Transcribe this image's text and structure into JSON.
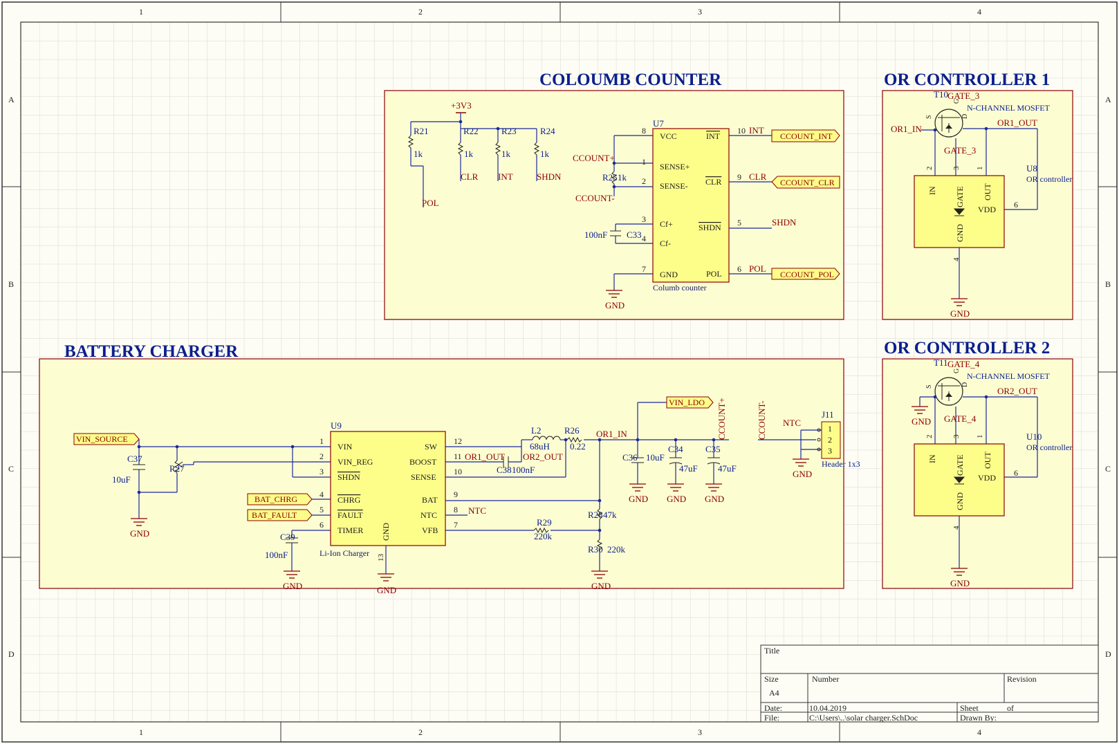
{
  "frame": {
    "columns": [
      "1",
      "2",
      "3",
      "4"
    ],
    "rows": [
      "A",
      "B",
      "C",
      "D"
    ]
  },
  "sections": {
    "coulomb": "COLOUMB COUNTER",
    "or1": "OR CONTROLLER 1",
    "or2": "OR CONTROLLER 2",
    "charger": "BATTERY CHARGER"
  },
  "coulomb_counter": {
    "supply": "+3V3",
    "resistors": [
      {
        "ref": "R21",
        "value": "1k",
        "net": "POL"
      },
      {
        "ref": "R22",
        "value": "1k",
        "net": "CLR"
      },
      {
        "ref": "R23",
        "value": "1k",
        "net": "INT"
      },
      {
        "ref": "R24",
        "value": "1k",
        "net": "SHDN"
      }
    ],
    "sense_resistor": {
      "ref": "R25",
      "value": "1k"
    },
    "cap": {
      "ref": "C33",
      "value": "100nF"
    },
    "ccount_plus": "CCOUNT+",
    "ccount_minus": "CCOUNT-",
    "ic": {
      "ref": "U7",
      "name": "Columb counter",
      "left_pins": [
        {
          "num": "8",
          "name": "VCC"
        },
        {
          "num": "1",
          "name": "SENSE+"
        },
        {
          "num": "2",
          "name": "SENSE-"
        },
        {
          "num": "3",
          "name": "Cf+"
        },
        {
          "num": "4",
          "name": "Cf-"
        },
        {
          "num": "7",
          "name": "GND"
        }
      ],
      "right_pins": [
        {
          "num": "10",
          "name": "INT",
          "net": "INT",
          "port": "CCOUNT_INT"
        },
        {
          "num": "9",
          "name": "CLR",
          "net": "CLR",
          "port": "CCOUNT_CLR"
        },
        {
          "num": "5",
          "name": "SHDN",
          "net": "SHDN",
          "port": ""
        },
        {
          "num": "6",
          "name": "POL",
          "net": "POL",
          "port": "CCOUNT_POL"
        }
      ]
    },
    "gnd": "GND"
  },
  "or_controller_1": {
    "mosfet_ref": "T10",
    "gate_net": "GATE_3",
    "mosfet_type": "N-CHANNEL MOSFET",
    "in_net": "OR1_IN",
    "out_net": "OR1_OUT",
    "pins": {
      "s": "S",
      "g": "G",
      "d": "D"
    },
    "ic_ref": "U8",
    "ic_name": "OR controller",
    "ic_pins": {
      "in": "IN",
      "gate": "GATE",
      "out": "OUT",
      "gnd": "GND",
      "vdd": "VDD",
      "in_num": "2",
      "gate_num": "3",
      "out_num": "1",
      "gnd_num": "4",
      "vdd_num": "6"
    },
    "gnd": "GND"
  },
  "or_controller_2": {
    "mosfet_ref": "T11",
    "gate_net": "GATE_4",
    "mosfet_type": "N-CHANNEL MOSFET",
    "out_net": "OR2_OUT",
    "pins": {
      "s": "S",
      "g": "G",
      "d": "D"
    },
    "ic_ref": "U10",
    "ic_name": "OR controller",
    "ic_pins": {
      "in": "IN",
      "gate": "GATE",
      "out": "OUT",
      "gnd": "GND",
      "vdd": "VDD",
      "in_num": "2",
      "gate_num": "3",
      "out_num": "1",
      "gnd_num": "4",
      "vdd_num": "6"
    },
    "gnd": "GND"
  },
  "battery_charger": {
    "ports": {
      "vin_source": "VIN_SOURCE",
      "bat_chrg": "BAT_CHRG",
      "bat_fault": "BAT_FAULT",
      "vin_ldo": "VIN_LDO"
    },
    "ic": {
      "ref": "U9",
      "name": "Li-Ion Charger",
      "left_pins": [
        {
          "num": "1",
          "name": "VIN"
        },
        {
          "num": "2",
          "name": "VIN_REG"
        },
        {
          "num": "3",
          "name": "SHDN"
        },
        {
          "num": "4",
          "name": "CHRG"
        },
        {
          "num": "5",
          "name": "FAULT"
        },
        {
          "num": "6",
          "name": "TIMER"
        }
      ],
      "right_pins": [
        {
          "num": "12",
          "name": "SW"
        },
        {
          "num": "11",
          "name": "BOOST"
        },
        {
          "num": "10",
          "name": "SENSE"
        },
        {
          "num": "9",
          "name": "BAT"
        },
        {
          "num": "8",
          "name": "NTC"
        },
        {
          "num": "7",
          "name": "VFB"
        }
      ],
      "gnd_pin": {
        "num": "13",
        "name": "GND"
      }
    },
    "components": {
      "c37": {
        "ref": "C37",
        "value": "10uF"
      },
      "r27": {
        "ref": "R27"
      },
      "c39": {
        "ref": "C39",
        "value": "100nF"
      },
      "c38": {
        "ref": "C38",
        "value": "100nF"
      },
      "l2": {
        "ref": "L2",
        "value": "68uH"
      },
      "r26": {
        "ref": "R26",
        "value": "0.22"
      },
      "r28": {
        "ref": "R28",
        "value": "47k"
      },
      "r29": {
        "ref": "R29",
        "value": "220k"
      },
      "r30": {
        "ref": "R30",
        "value": "220k"
      },
      "c36": {
        "ref": "C36",
        "value": "10uF"
      },
      "c34": {
        "ref": "C34",
        "value": "47uF"
      },
      "c35": {
        "ref": "C35",
        "value": "47uF"
      }
    },
    "nets": {
      "or1_out": "OR1_OUT",
      "or2_out": "OR2_OUT",
      "or1_in": "OR1_IN",
      "ntc": "NTC",
      "ccount_plus": "CCOUNT+",
      "ccount_minus": "CCOUNT-"
    },
    "header": {
      "ref": "J11",
      "name": "Header 1x3",
      "pins": [
        "1",
        "2",
        "3"
      ],
      "net": "NTC"
    },
    "gnd": "GND"
  },
  "title_block": {
    "title_label": "Title",
    "size_label": "Size",
    "size_value": "A4",
    "number_label": "Number",
    "revision_label": "Revision",
    "date_label": "Date:",
    "date_value": "10.04.2019",
    "file_label": "File:",
    "file_value": "C:\\Users\\..\\solar charger.SchDoc",
    "sheet_label": "Sheet",
    "of_label": "of",
    "drawn_label": "Drawn By:"
  }
}
